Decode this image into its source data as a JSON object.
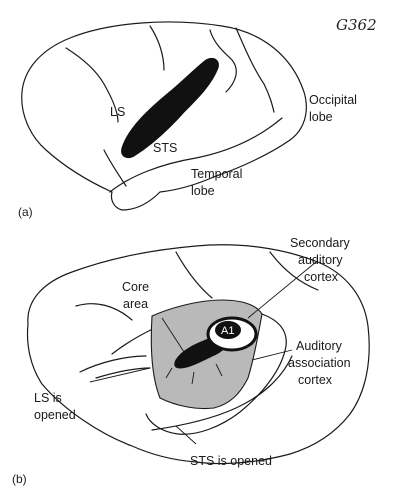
{
  "annotation": "G362",
  "panel_a": {
    "panel_label": "(a)",
    "labels": {
      "ls": "LS",
      "sts": "STS",
      "occipital_1": "Occipital",
      "occipital_2": "lobe",
      "temporal_1": "Temporal",
      "temporal_2": "lobe"
    }
  },
  "panel_b": {
    "panel_label": "(b)",
    "labels": {
      "secondary_1": "Secondary",
      "secondary_2": "auditory",
      "secondary_3": "cortex",
      "core_1": "Core",
      "core_2": "area",
      "a1": "A1",
      "assoc_1": "Auditory",
      "assoc_2": "association",
      "assoc_3": "cortex",
      "ls_open_1": "LS is",
      "ls_open_2": "opened",
      "sts_open": "STS is opened"
    }
  },
  "colors": {
    "ink": "#1a1a1a",
    "shaded_cortex": "#b9b9b9",
    "sulcus_fill": "#111111",
    "background": "#ffffff"
  }
}
